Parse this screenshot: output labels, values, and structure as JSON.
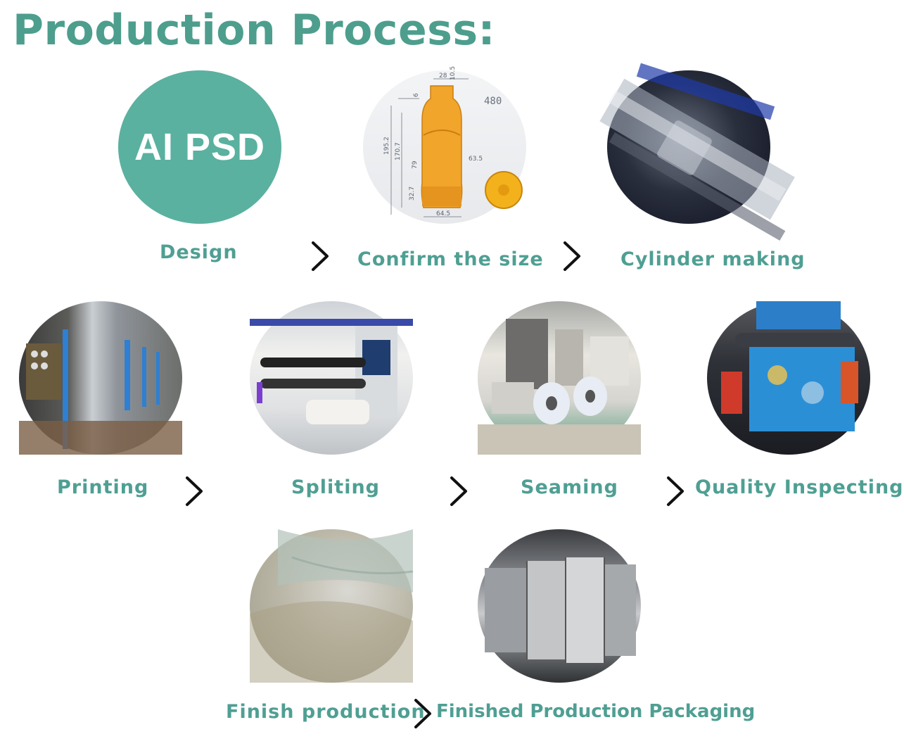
{
  "title": "Production Process:",
  "accent_color": "#4d9e8d",
  "design_badge_text": "AI PSD",
  "bottle_dims": [
    "28",
    "10.5",
    "6",
    "480",
    "195.2",
    "170.7",
    "79",
    "63.5",
    "32.7",
    "64.5"
  ],
  "steps": [
    {
      "label": "Design"
    },
    {
      "label": "Confirm the size"
    },
    {
      "label": "Cylinder making"
    },
    {
      "label": "Printing"
    },
    {
      "label": "Spliting"
    },
    {
      "label": "Seaming"
    },
    {
      "label": "Quality Inspecting"
    },
    {
      "label": "Finish production"
    },
    {
      "label": "Finished Production Packaging"
    }
  ],
  "arrow_icon": "chevron-right-icon"
}
